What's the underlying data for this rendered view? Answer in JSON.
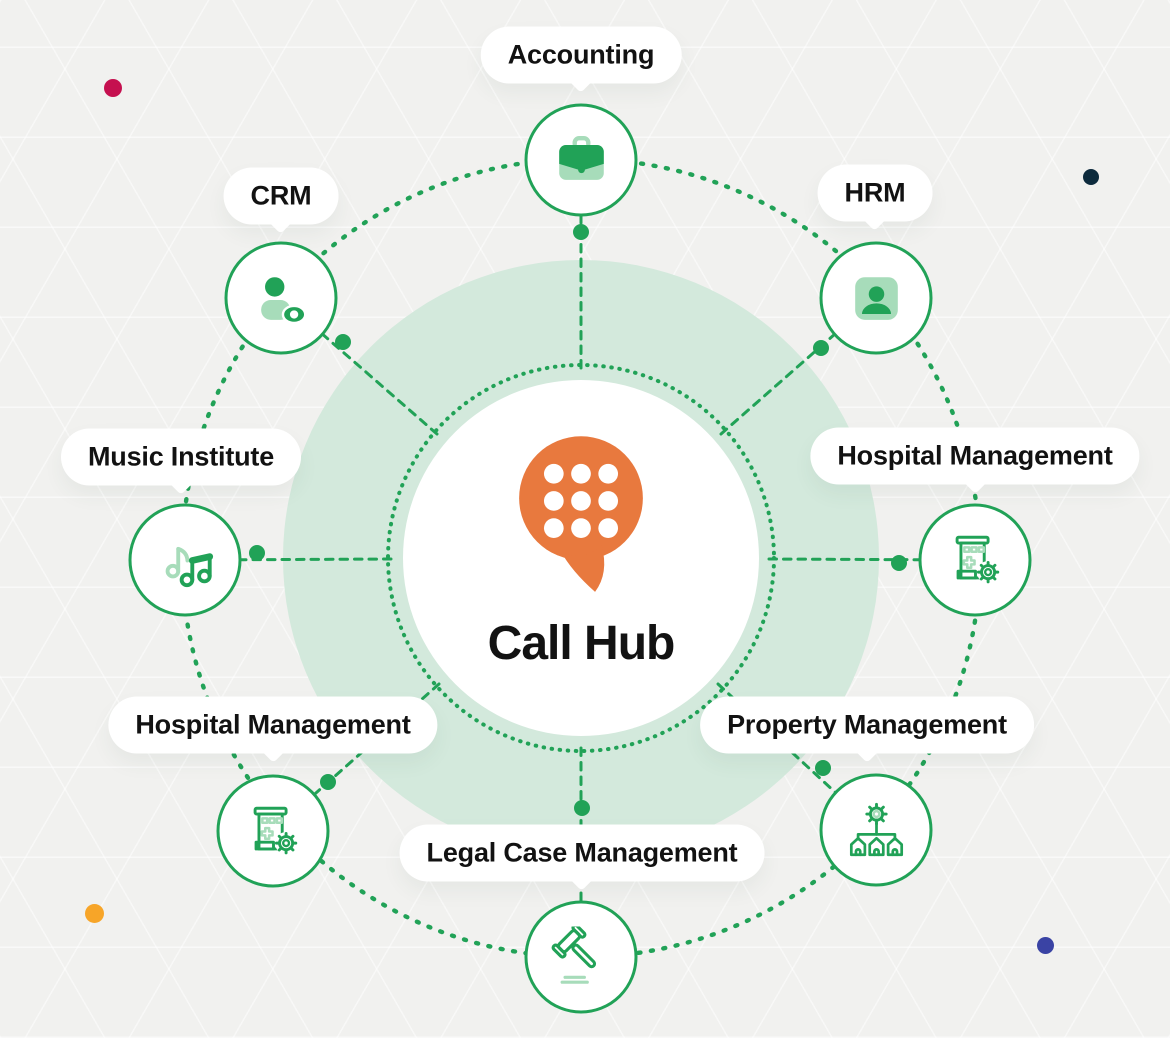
{
  "diagram": {
    "center": {
      "title": "Call Hub",
      "logo_icon": "speech-bubble-keypad-icon"
    },
    "nodes": [
      {
        "id": "accounting",
        "label": "Accounting",
        "icon": "briefcase-icon"
      },
      {
        "id": "crm",
        "label": "CRM",
        "icon": "customer-eye-icon"
      },
      {
        "id": "hrm",
        "label": "HRM",
        "icon": "employee-card-icon"
      },
      {
        "id": "music-institute",
        "label": "Music Institute",
        "icon": "music-notes-icon"
      },
      {
        "id": "hospital-management-right",
        "label": "Hospital Management",
        "icon": "hospital-building-gear-icon"
      },
      {
        "id": "hospital-management-left",
        "label": "Hospital Management",
        "icon": "hospital-building-gear-icon"
      },
      {
        "id": "property-management",
        "label": "Property Management",
        "icon": "property-hierarchy-icon"
      },
      {
        "id": "legal-case-management",
        "label": "Legal Case Management",
        "icon": "gavel-icon"
      }
    ]
  },
  "colors": {
    "green": "#21a257",
    "green-light": "#a7dcba",
    "green-pale": "#d3e9dc",
    "orange": "#e8793e",
    "text": "#121212",
    "background": "#f1f1ef",
    "dot-crimson": "#c5104f",
    "dot-navy": "#0d2b3d",
    "dot-amber": "#f7a528",
    "dot-indigo": "#3a43a4"
  }
}
